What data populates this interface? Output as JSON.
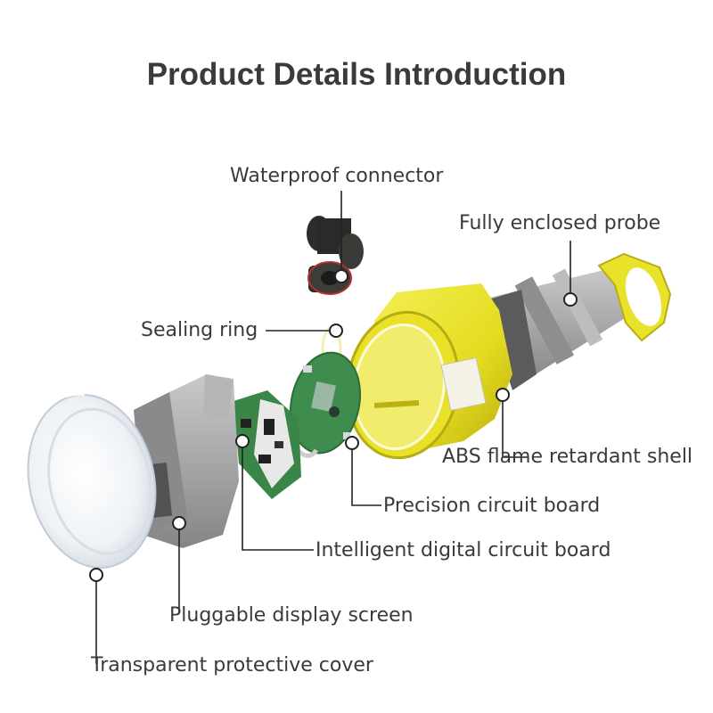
{
  "title": "Product Details Introduction",
  "labels": {
    "waterproof_connector": "Waterproof connector",
    "fully_enclosed_probe": "Fully enclosed probe",
    "sealing_ring": "Sealing ring",
    "abs_shell": "ABS flame retardant shell",
    "precision_board": "Precision circuit board",
    "digital_board": "Intelligent digital circuit board",
    "display_screen": "Pluggable display screen",
    "protective_cover": "Transparent protective cover"
  },
  "colors": {
    "shell_yellow": "#e8e22a",
    "probe_gray": "#a9a9ab",
    "board_green": "#3e8d4f",
    "connector_dark": "#2a2a28",
    "leader_line": "#222222"
  }
}
